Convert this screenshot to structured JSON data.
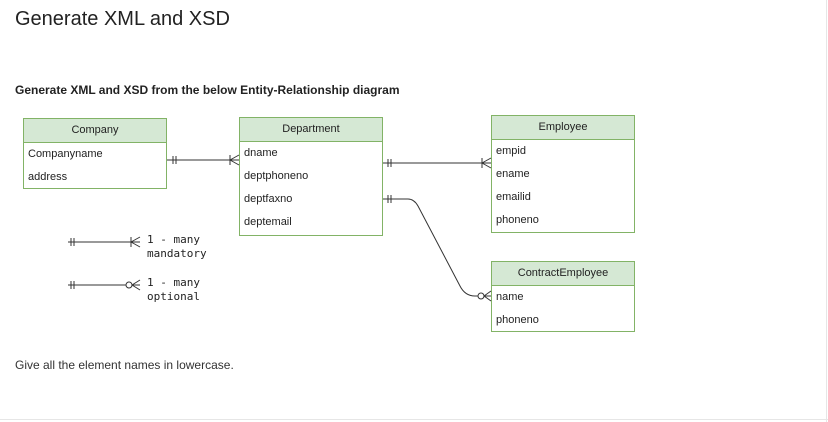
{
  "page": {
    "title": "Generate XML and XSD",
    "subtitle": "Generate XML and XSD from the below Entity-Relationship diagram",
    "footer": "Give all the element names in lowercase."
  },
  "colors": {
    "entity_header_fill": "#d5e8d4",
    "entity_border": "#82b366",
    "connector": "#333333"
  },
  "entities": {
    "company": {
      "name": "Company",
      "attributes": [
        "Companyname",
        "address"
      ]
    },
    "department": {
      "name": "Department",
      "attributes": [
        "dname",
        "deptphoneno",
        "deptfaxno",
        "deptemail"
      ]
    },
    "employee": {
      "name": "Employee",
      "attributes": [
        "empid",
        "ename",
        "emailid",
        "phoneno"
      ]
    },
    "contract_employee": {
      "name": "ContractEmployee",
      "attributes": [
        "name",
        "phoneno"
      ]
    }
  },
  "legend": {
    "mandatory": {
      "line1": "1 - many",
      "line2": "mandatory"
    },
    "optional": {
      "line1": "1 - many",
      "line2": "optional"
    }
  }
}
